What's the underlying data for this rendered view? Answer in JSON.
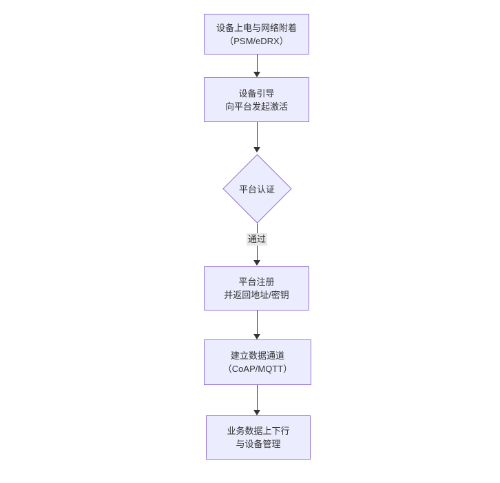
{
  "diagram": {
    "type": "flowchart",
    "direction": "top-down",
    "colors": {
      "background": "#ffffff",
      "node_fill": "#ECECFF",
      "node_border": "#9370DB",
      "text": "#333333",
      "arrow": "#333333",
      "edge_label_bg": "#e8e8e8"
    },
    "nodes": [
      {
        "id": "power-on",
        "shape": "rect",
        "lines": [
          "设备上电与网络附着",
          "（PSM/eDRX）"
        ]
      },
      {
        "id": "bootstrap",
        "shape": "rect",
        "lines": [
          "设备引导",
          "向平台发起激活"
        ]
      },
      {
        "id": "platform-auth",
        "shape": "diamond",
        "lines": [
          "平台认证"
        ]
      },
      {
        "id": "register",
        "shape": "rect",
        "lines": [
          "平台注册",
          "并返回地址/密钥"
        ]
      },
      {
        "id": "data-channel",
        "shape": "rect",
        "lines": [
          "建立数据通道",
          "（CoAP/MQTT）"
        ]
      },
      {
        "id": "business-data",
        "shape": "rect",
        "lines": [
          "业务数据上下行",
          "与设备管理"
        ]
      }
    ],
    "edges": [
      {
        "from": "power-on",
        "to": "bootstrap",
        "label": ""
      },
      {
        "from": "bootstrap",
        "to": "platform-auth",
        "label": ""
      },
      {
        "from": "platform-auth",
        "to": "register",
        "label": "通过"
      },
      {
        "from": "register",
        "to": "data-channel",
        "label": ""
      },
      {
        "from": "data-channel",
        "to": "business-data",
        "label": ""
      }
    ]
  }
}
